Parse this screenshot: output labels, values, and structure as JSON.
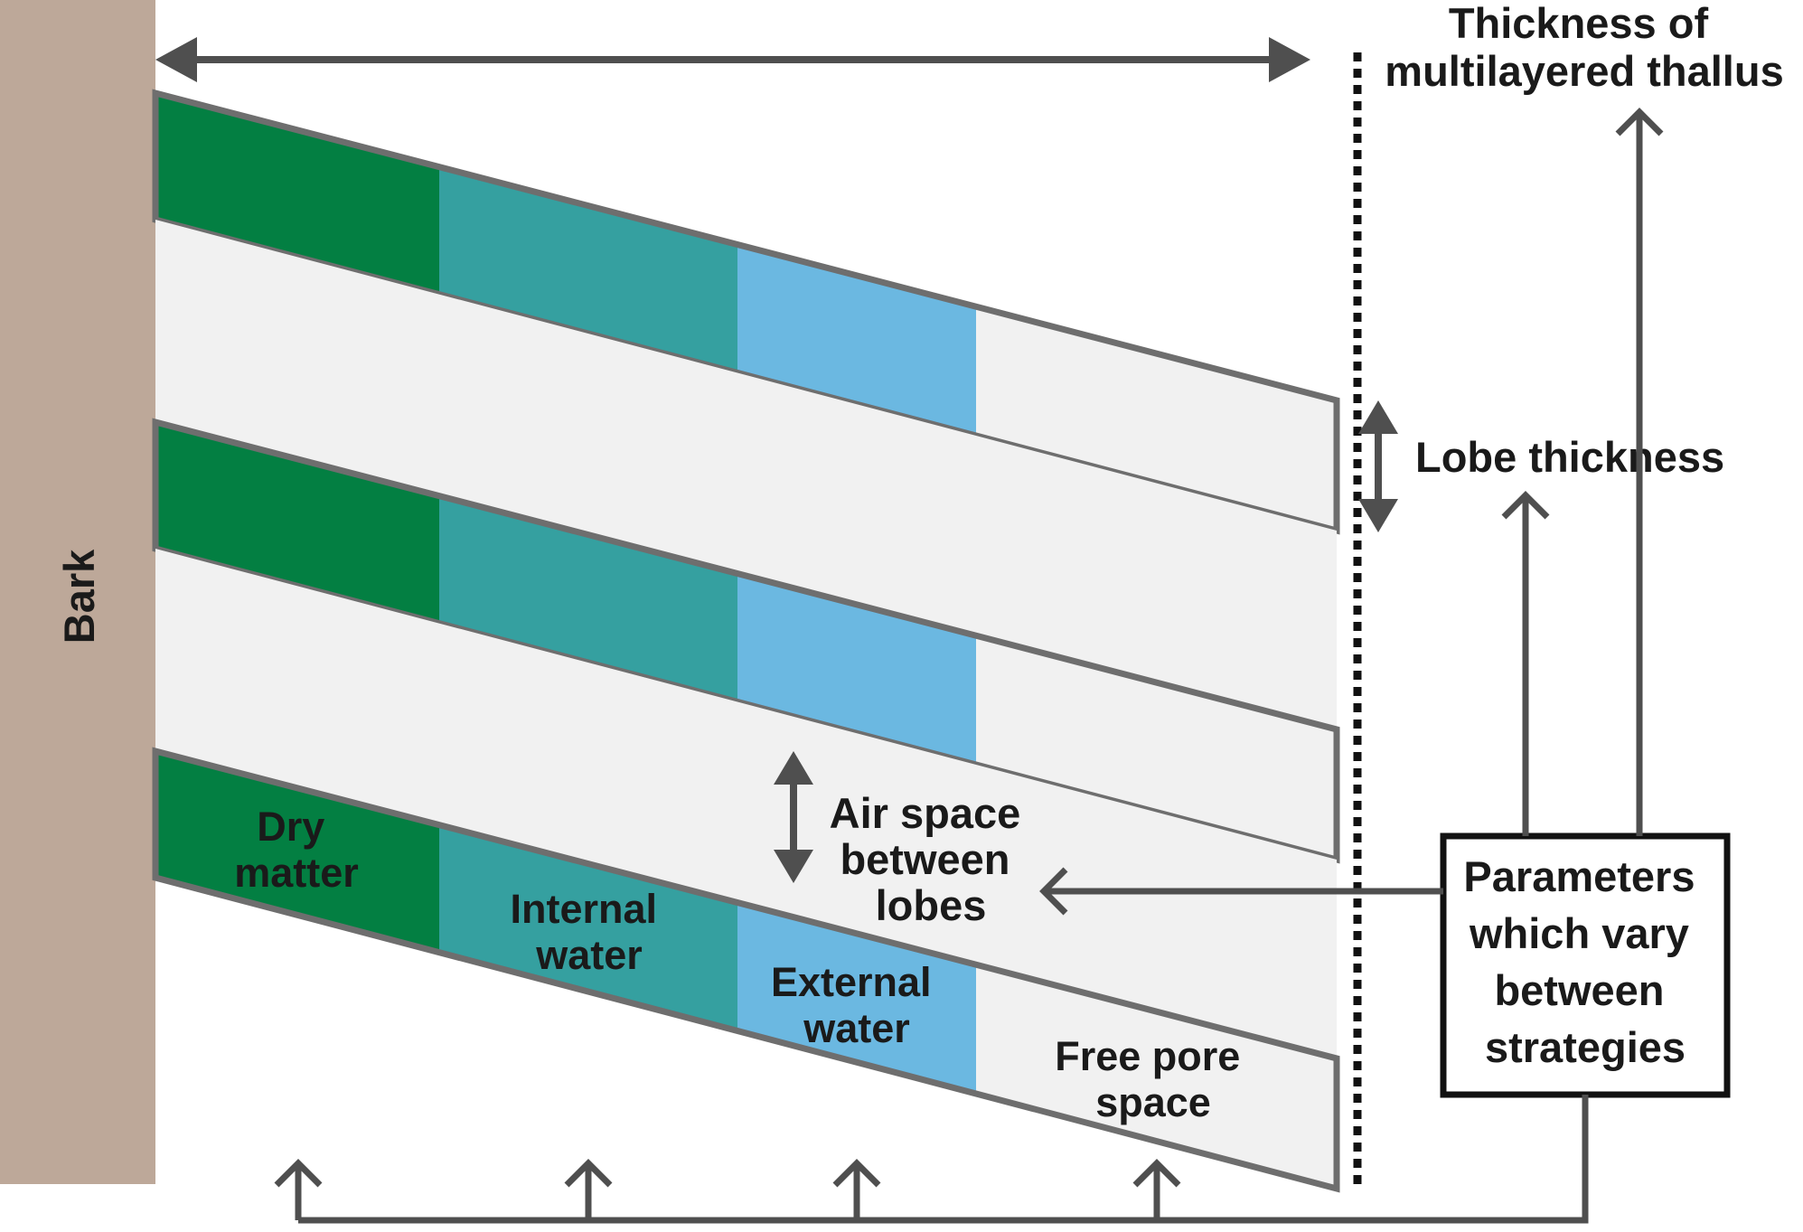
{
  "colors": {
    "bark": "#bda899",
    "dry_matter": "#037f42",
    "internal_water": "#35a0a0",
    "external_water": "#6bb8e1",
    "free_pore_space": "#f1f1f1",
    "outline": "#6e6e6e",
    "arrow": "#4f4f4f"
  },
  "labels": {
    "bark": "Bark",
    "thickness_title": [
      "Thickness of",
      "multilayered thallus"
    ],
    "lobe_thickness": "Lobe thickness",
    "air_space": [
      "Air space",
      "between",
      "lobes"
    ],
    "parameters": [
      "Parameters",
      "which vary",
      "between",
      "strategies"
    ],
    "dry_matter": [
      "Dry",
      "matter"
    ],
    "internal_water": [
      "Internal",
      "water"
    ],
    "external_water": [
      "External",
      "water"
    ],
    "free_pore_space": [
      "Free pore",
      "space"
    ]
  }
}
